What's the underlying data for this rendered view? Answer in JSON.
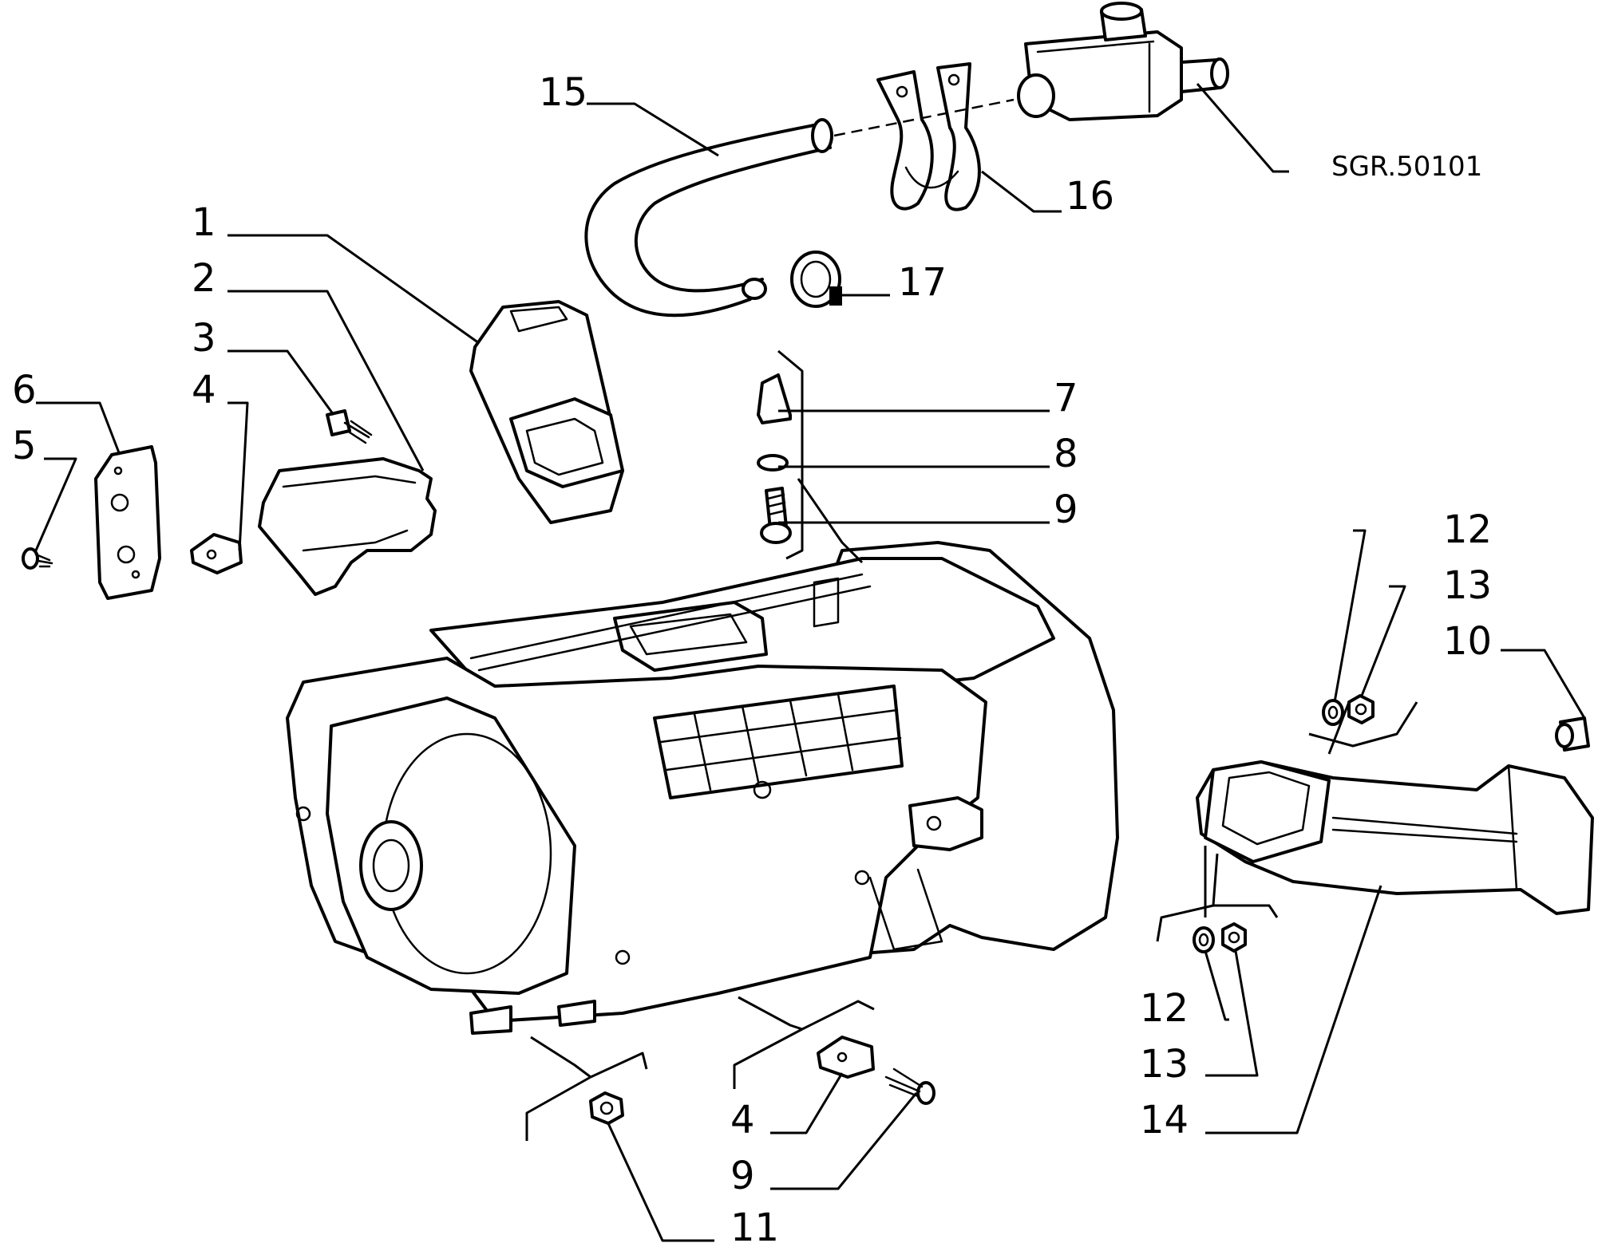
{
  "callouts": {
    "c1": "1",
    "c2": "2",
    "c3": "3",
    "c4_top": "4",
    "c4_bottom": "4",
    "c5": "5",
    "c6": "6",
    "c7": "7",
    "c8": "8",
    "c9_top": "9",
    "c9_bottom": "9",
    "c10": "10",
    "c11": "11",
    "c12_top": "12",
    "c12_bottom": "12",
    "c13_top": "13",
    "c13_bottom": "13",
    "c14": "14",
    "c15": "15",
    "c16": "16",
    "c17": "17"
  },
  "reference_code": "SGR.50101"
}
